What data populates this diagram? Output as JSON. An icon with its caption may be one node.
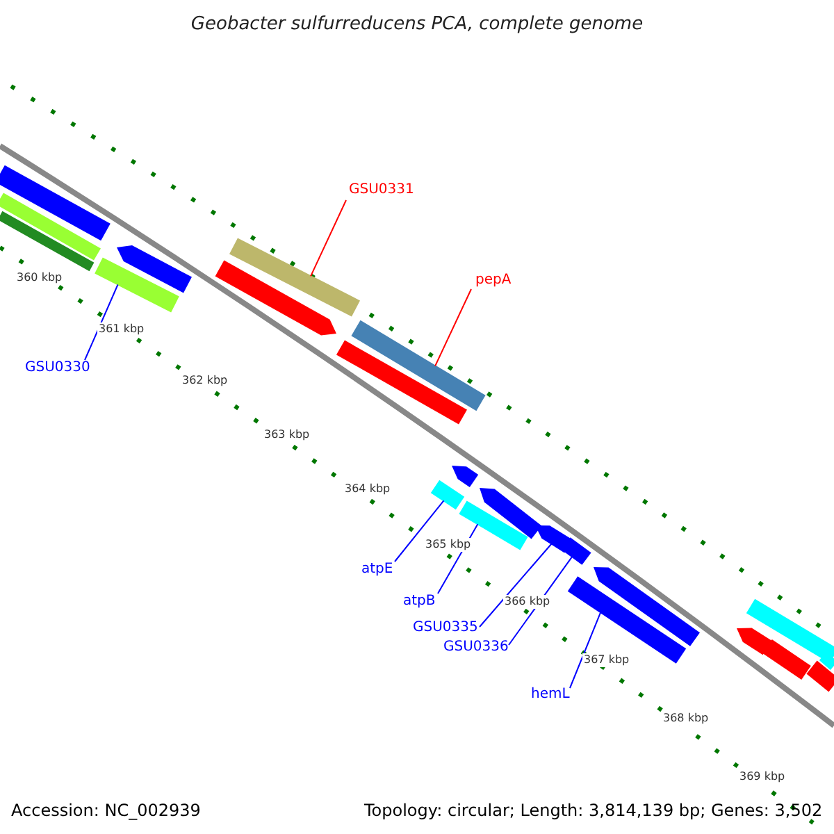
{
  "diagram": {
    "title": "Geobacter sulfurreducens PCA, complete genome",
    "nodes": [
      {
        "text": [
          "GSU0331"
        ]
      },
      {
        "text": [
          "pepA"
        ]
      },
      {
        "text": [
          "GSU0330"
        ]
      },
      {
        "text": [
          "atpE"
        ]
      },
      {
        "text": [
          "atpB"
        ]
      },
      {
        "text": [
          "GSU0335"
        ]
      },
      {
        "text": [
          "GSU0336"
        ]
      },
      {
        "text": [
          "hemL"
        ]
      },
      {
        "text": [],
        "shape": "bar"
      },
      {
        "text": [],
        "shape": "bar"
      },
      {
        "text": [],
        "shape": "bar"
      },
      {
        "text": [],
        "shape": "bar"
      },
      {
        "text": [],
        "shape": "arrow"
      },
      {
        "text": [],
        "shape": "arrow"
      },
      {
        "text": [],
        "shape": "bar"
      },
      {
        "text": [],
        "shape": "bar"
      },
      {
        "text": [],
        "shape": "bar"
      },
      {
        "text": [],
        "shape": "bar"
      },
      {
        "text": [],
        "shape": "arrow"
      },
      {
        "text": [],
        "shape": "bar"
      },
      {
        "text": [],
        "shape": "arrow"
      },
      {
        "text": [],
        "shape": "arrow"
      },
      {
        "text": [],
        "shape": "bar"
      },
      {
        "text": [],
        "shape": "bar"
      },
      {
        "text": [],
        "shape": "arrow"
      },
      {
        "text": [],
        "shape": "arrow"
      },
      {
        "text": [],
        "shape": "bar"
      },
      {
        "text": [],
        "shape": "bar"
      },
      {
        "text": [],
        "shape": "bar"
      },
      {
        "text": [],
        "shape": "bar"
      }
    ],
    "edges": [
      {
        "from": 0,
        "to": 14,
        "arrow": "none",
        "color": "#ff0000"
      },
      {
        "from": 1,
        "to": 16,
        "arrow": "none",
        "color": "#ff0000"
      },
      {
        "from": 2,
        "to": 11,
        "arrow": "none"
      },
      {
        "from": 3,
        "to": 17,
        "arrow": "none"
      },
      {
        "from": 4,
        "to": 19,
        "arrow": "none"
      },
      {
        "from": 5,
        "to": 21,
        "arrow": "none"
      },
      {
        "from": 6,
        "to": 22,
        "arrow": "none"
      },
      {
        "from": 7,
        "to": 23,
        "arrow": "none"
      }
    ],
    "labels": [
      "360 kbp",
      "361 kbp",
      "362 kbp",
      "363 kbp",
      "364 kbp",
      "365 kbp",
      "366 kbp",
      "367 kbp",
      "368 kbp",
      "369 kbp",
      "Accession: NC_002939",
      "Topology: circular; Length: 3,814,139 bp; Genes: 3,502"
    ]
  }
}
